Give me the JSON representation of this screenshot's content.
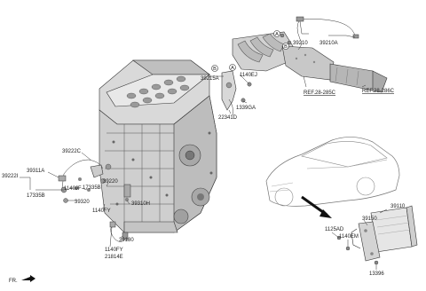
{
  "diagram": {
    "labels": {
      "p39210": "39210",
      "p39210A": "39210A",
      "p39215A": "39215A",
      "p1140EJ": "1140EJ",
      "p1339GA": "1339GA",
      "p22341D": "22341D",
      "ref1": "REF.28-285C",
      "ref2": "REF.28-286C",
      "p39222C": "39222C",
      "p39311A": "39311A",
      "p39222I": "39222I",
      "p17335B_a": "17335B",
      "p1140JF": "1140JF",
      "p17335B_b": "17335B",
      "p39220": "39220",
      "p39320": "39320",
      "p39310H": "39310H",
      "p1140FY_a": "1140FY",
      "p39180": "39180",
      "p1140FY_b": "1140FY",
      "p21814E": "21814E",
      "p39110": "39110",
      "p39150": "39150",
      "p1125AD": "1125AD",
      "p1140EM": "1140EM",
      "p13396": "13396",
      "fr": "FR."
    },
    "callouts": {
      "a": "A",
      "b": "B"
    }
  }
}
